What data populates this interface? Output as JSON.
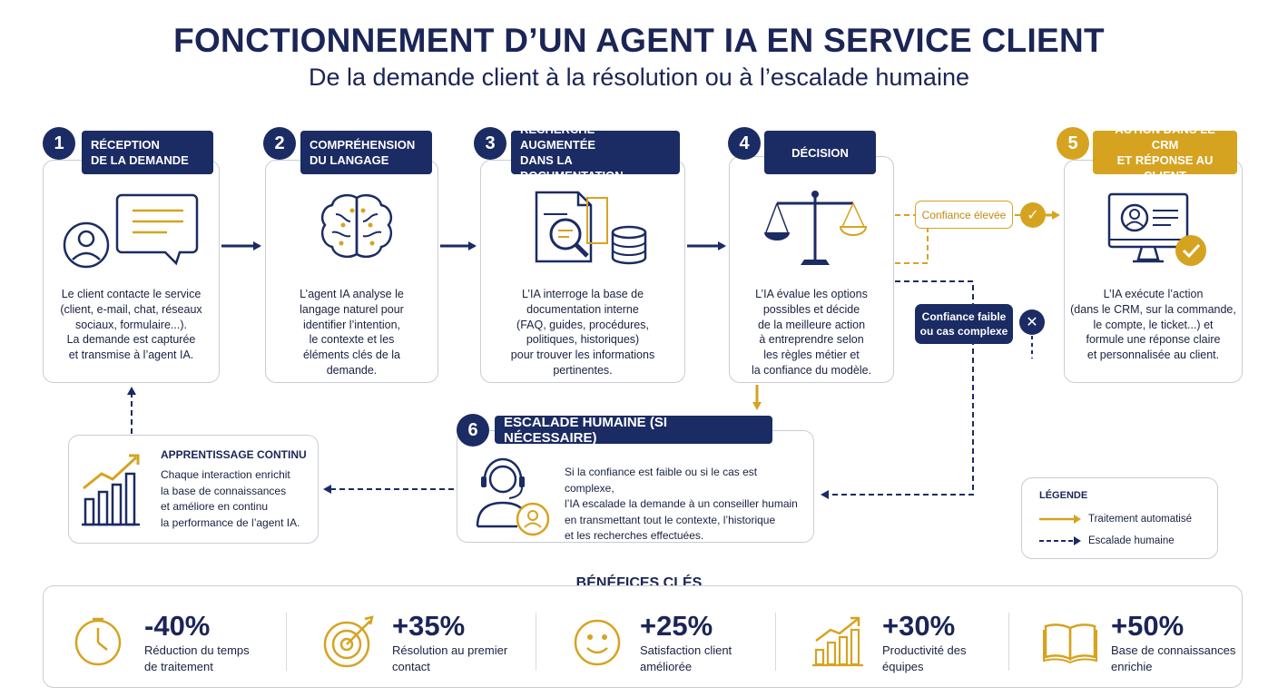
{
  "header": {
    "title": "FONCTIONNEMENT D’UN AGENT IA EN SERVICE CLIENT",
    "subtitle": "De la demande client à la résolution ou à l’escalade humaine"
  },
  "steps": [
    {
      "number": "1",
      "label": "RÉCEPTION\nDE LA DEMANDE",
      "icon": "user-chat-icon",
      "text": "Le client contacte le service\n(client, e-mail, chat, réseaux\nsociaux, formulaire...).\nLa demande est capturée\net transmise à l’agent IA."
    },
    {
      "number": "2",
      "label": "COMPRÉHENSION\nDU LANGAGE",
      "icon": "brain-icon",
      "text": "L’agent IA analyse le\nlangage naturel pour\nidentifier l’intention,\nle contexte et les\néléments clés de la\ndemande."
    },
    {
      "number": "3",
      "label": "RECHERCHE AUGMENTÉE\nDANS LA DOCUMENTATION",
      "icon": "document-search-icon",
      "text": "L’IA interroge la base de\ndocumentation interne\n(FAQ, guides, procédures,\npolitiques, historiques)\npour trouver les informations\npertinentes."
    },
    {
      "number": "4",
      "label": "DÉCISION",
      "icon": "scale-icon",
      "text": "L’IA évalue les options\npossibles et décide\nde la meilleure action\nà entreprendre selon\nles règles métier et\nla confiance du modèle."
    },
    {
      "number": "5",
      "label": "ACTION DANS LE CRM\nET RÉPONSE AU CLIENT",
      "icon": "monitor-check-icon",
      "text": "L’IA exécute l’action\n(dans le CRM, sur la commande,\nle compte, le ticket...) et\nformule une réponse claire\net personnalisée au client."
    }
  ],
  "branches": {
    "high": "Confiance élevée",
    "low": "Confiance faible\nou cas complexe"
  },
  "escalation": {
    "number": "6",
    "label": "ESCALADE HUMAINE (SI NÉCESSAIRE)",
    "icon": "headset-agent-icon",
    "text": "Si la confiance est faible ou si le cas est complexe,\nl’IA escalade la demande à un conseiller humain\nen transmettant tout le contexte, l’historique\net les recherches effectuées."
  },
  "learning": {
    "title": "APPRENTISSAGE CONTINU",
    "icon": "growth-chart-icon",
    "text": "Chaque interaction enrichit\nla base de connaissances\net améliore en continu\nla performance de l’agent IA."
  },
  "legend": {
    "title": "LÉGENDE",
    "automated": "Traitement automatisé",
    "human": "Escalade humaine"
  },
  "benefits": {
    "title": "BÉNÉFICES CLÉS",
    "items": [
      {
        "value": "-40%",
        "label": "Réduction du temps\nde traitement",
        "icon": "clock-icon"
      },
      {
        "value": "+35%",
        "label": "Résolution au premier\ncontact",
        "icon": "target-icon"
      },
      {
        "value": "+25%",
        "label": "Satisfaction client\naméliorée",
        "icon": "smiley-icon"
      },
      {
        "value": "+30%",
        "label": "Productivité des\néquipes",
        "icon": "bar-growth-icon"
      },
      {
        "value": "+50%",
        "label": "Base de connaissances\nenrichie",
        "icon": "book-icon"
      }
    ]
  },
  "colors": {
    "navy": "#1b2b63",
    "gold": "#d6a321",
    "border": "#c9ccd6"
  }
}
